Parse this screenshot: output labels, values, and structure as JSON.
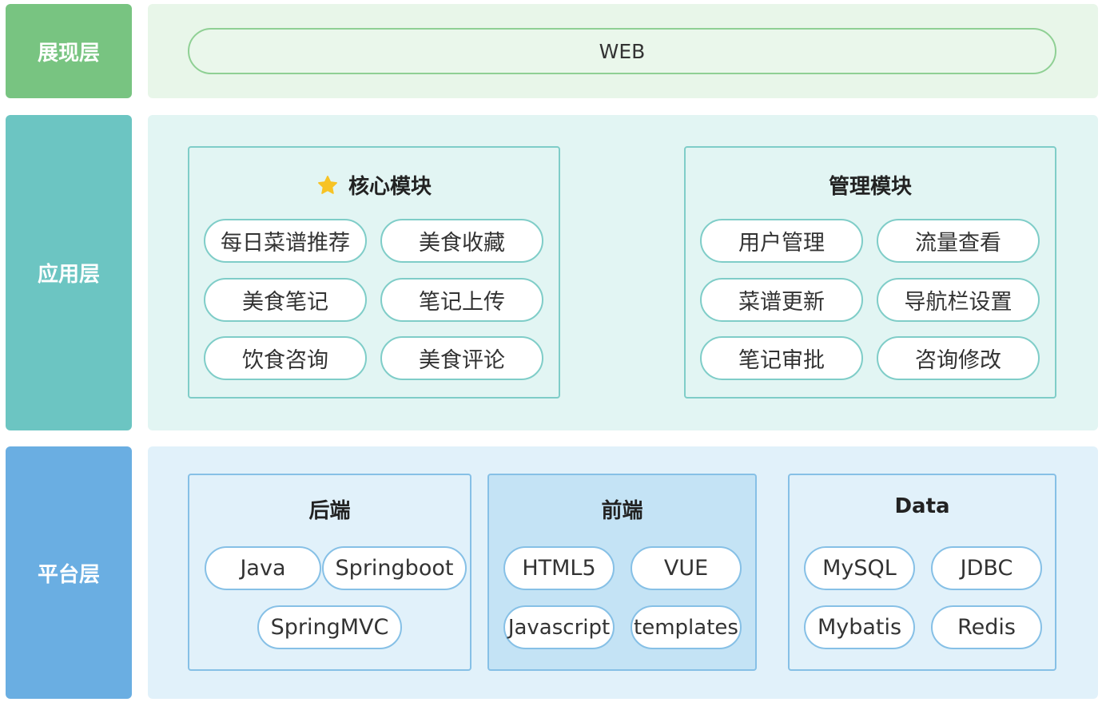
{
  "layers": {
    "presentation": {
      "label": "展现层"
    },
    "application": {
      "label": "应用层"
    },
    "platform": {
      "label": "平台层"
    }
  },
  "presentation": {
    "web": "WEB"
  },
  "core_module": {
    "title": "核心模块",
    "icon": "star-icon",
    "icon_color": "#f7c325",
    "items": [
      "每日菜谱推荐",
      "美食收藏",
      "美食笔记",
      "笔记上传",
      "饮食咨询",
      "美食评论"
    ]
  },
  "admin_module": {
    "title": "管理模块",
    "items": [
      "用户管理",
      "流量查看",
      "菜谱更新",
      "导航栏设置",
      "笔记审批",
      "咨询修改"
    ]
  },
  "backend": {
    "title": "后端",
    "items": [
      "Java",
      "Springboot",
      "SpringMVC"
    ]
  },
  "frontend": {
    "title": "前端",
    "items": [
      "HTML5",
      "VUE",
      "Javascript",
      "templates"
    ]
  },
  "data_store": {
    "title": "Data",
    "items": [
      "MySQL",
      "JDBC",
      "Mybatis",
      "Redis"
    ]
  },
  "colors": {
    "presentation": "#78c481",
    "application": "#6cc5c2",
    "platform": "#6aaee2"
  }
}
